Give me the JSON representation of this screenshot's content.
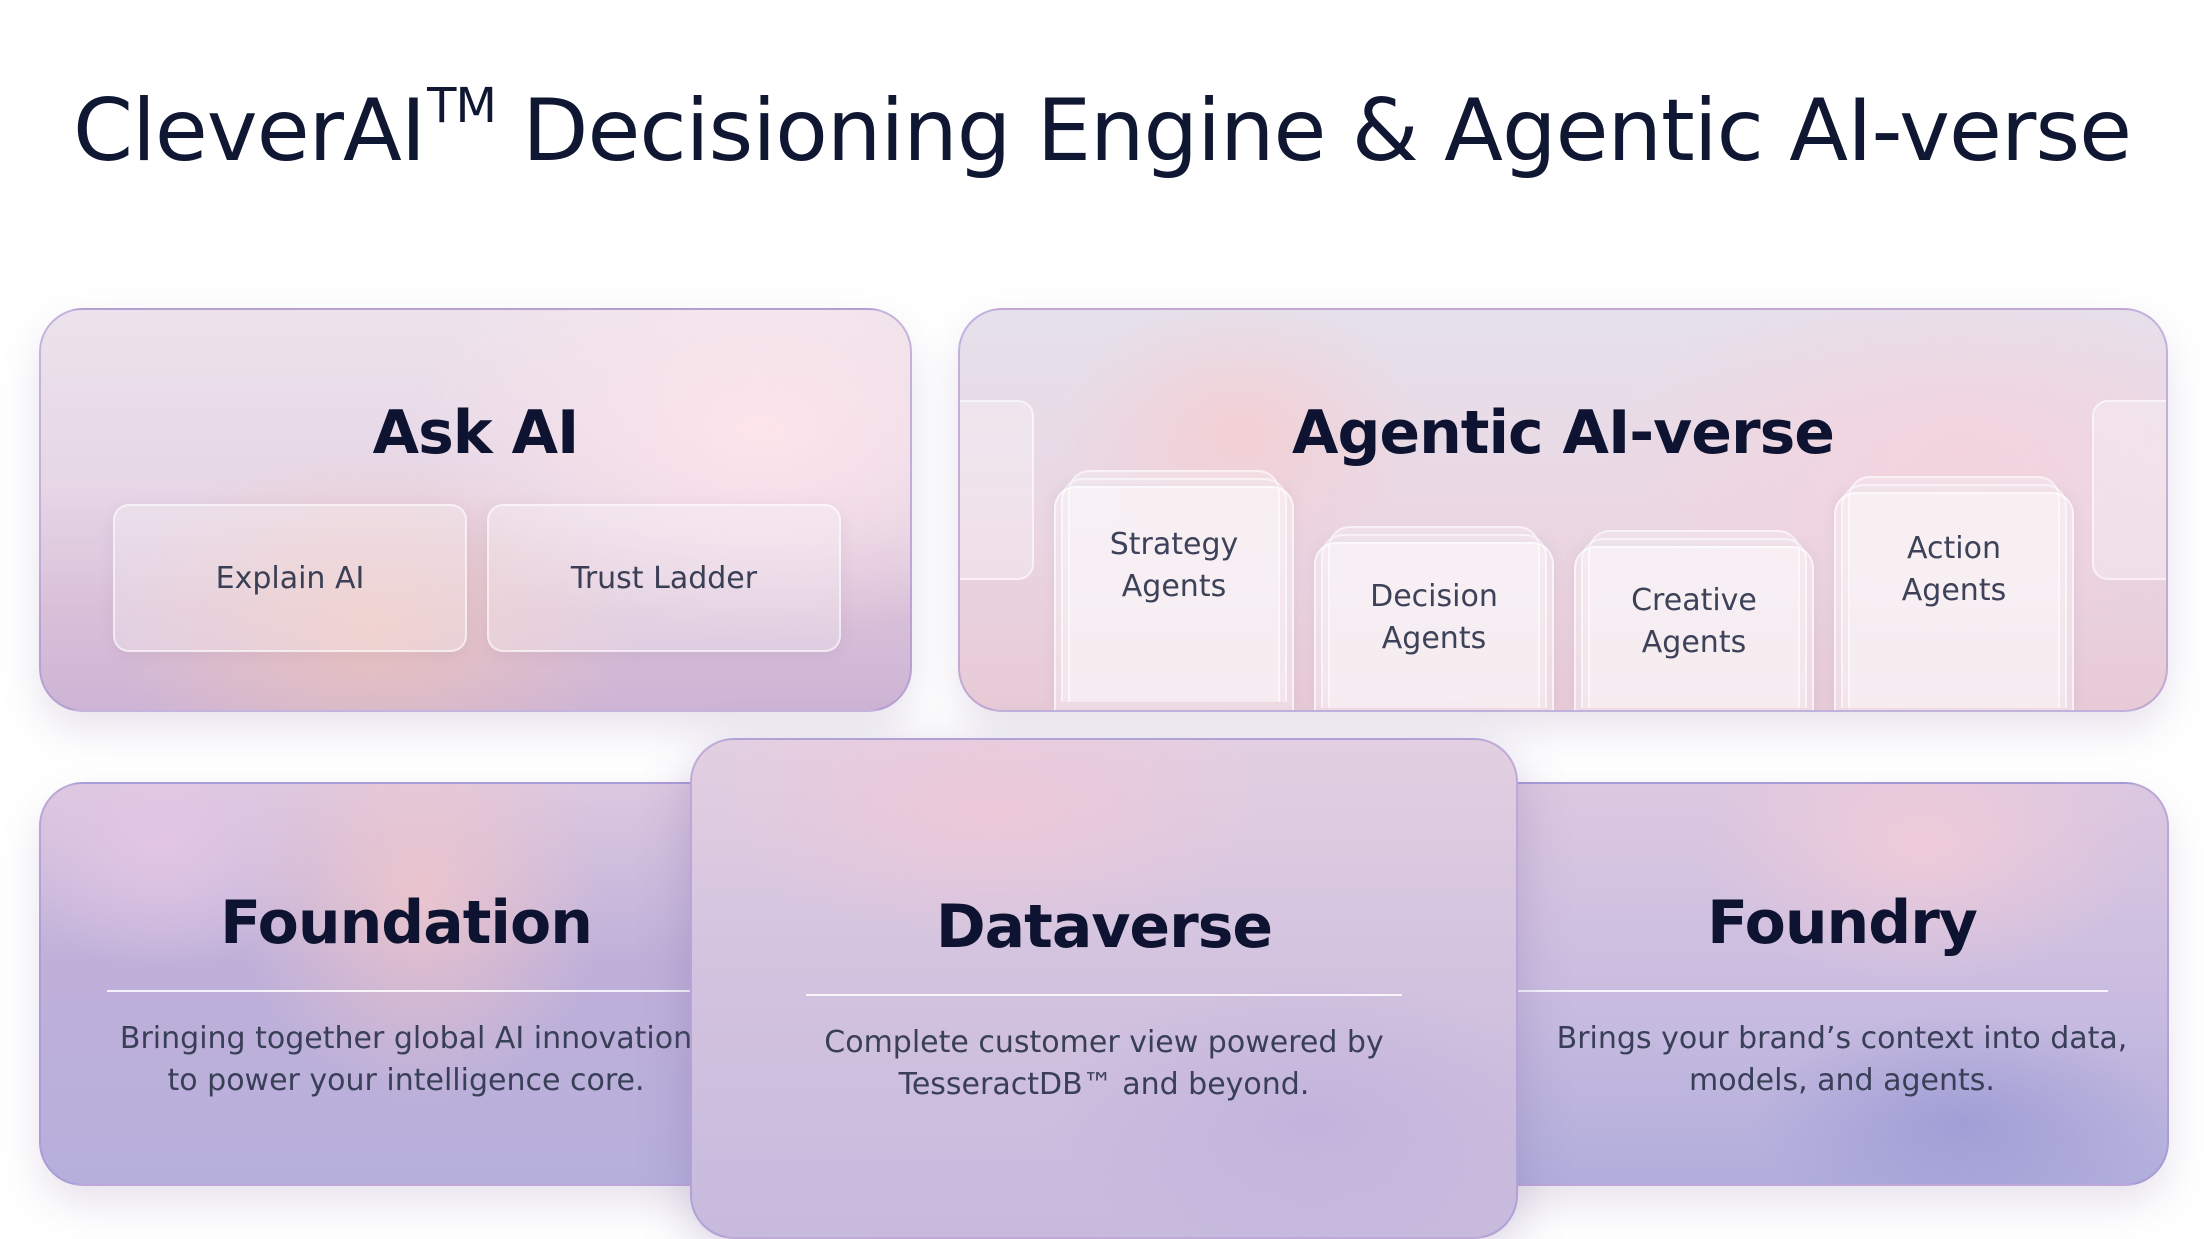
{
  "title": {
    "main": "CleverAI",
    "tm": "TM",
    "rest": " Decisioning Engine & Agentic AI-verse"
  },
  "ask_ai": {
    "title": "Ask AI",
    "items": [
      "Explain AI",
      "Trust Ladder"
    ]
  },
  "agentic": {
    "title": "Agentic AI-verse",
    "agents": [
      {
        "line1": "Strategy",
        "line2": "Agents"
      },
      {
        "line1": "Decision",
        "line2": "Agents"
      },
      {
        "line1": "Creative",
        "line2": "Agents"
      },
      {
        "line1": "Action",
        "line2": "Agents"
      }
    ]
  },
  "foundation": {
    "title": "Foundation",
    "line1": "Bringing together global AI innovation",
    "line2": "to power your intelligence core."
  },
  "dataverse": {
    "title": "Dataverse",
    "line1": "Complete customer view powered by",
    "line2": "TesseractDB™ and beyond."
  },
  "foundry": {
    "title": "Foundry",
    "line1": "Brings your brand’s context into data,",
    "line2": "models, and agents."
  }
}
